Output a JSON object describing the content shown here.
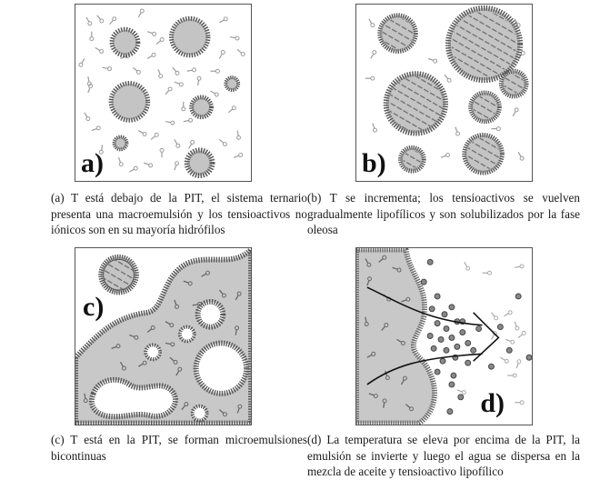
{
  "figure": {
    "panels": [
      {
        "id": "a",
        "label": "a)",
        "caption": "(a) T está debajo de la PIT, el sistema ternario presenta una macroemulsión y los tensioactivos no iónicos son en su mayoría hidrófilos"
      },
      {
        "id": "b",
        "label": "b)",
        "caption": "(b) T se incrementa; los tensioactivos se vuelven gradualmente lipofílicos y son solubilizados por la fase oleosa"
      },
      {
        "id": "c",
        "label": "c)",
        "caption": "(c) T está en la PIT, se forman microemulsiones bicontinuas"
      },
      {
        "id": "d",
        "label": "d)",
        "caption": "(d) La temperatura se eleva por encima de la PIT, la emulsión se invierte y luego el agua se dispersa en la mezcla de aceite y tensioactivo lipofílico"
      }
    ],
    "colors": {
      "oil_phase": "#c8c8c8",
      "droplet_core": "#c4c4c4",
      "surfactant": "#8a8a8a",
      "surfactant_dark": "#555555",
      "border": "#555555",
      "background": "#ffffff",
      "arrow": "#111111"
    }
  }
}
